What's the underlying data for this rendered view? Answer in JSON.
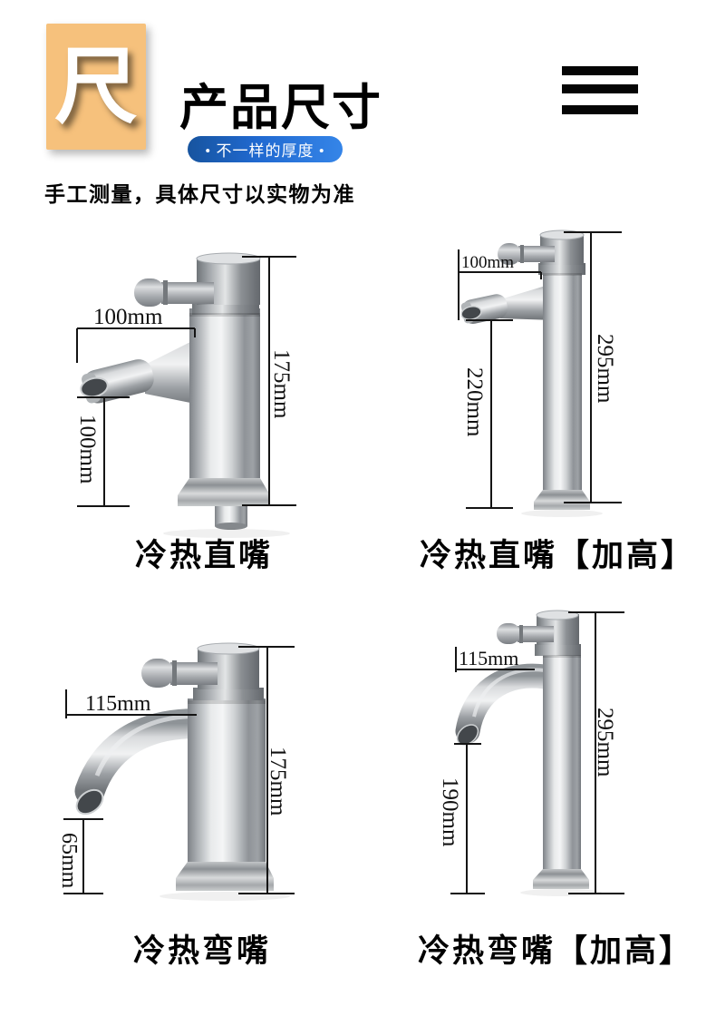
{
  "header": {
    "badge_char": "尺",
    "badge_bg": "#f6c17c",
    "title": "产品尺寸",
    "tagline": "• 不一样的厚度 •",
    "tagline_bg_left": "#17549f",
    "tagline_bg_right": "#3585e8",
    "note": "手工测量，具体尺寸以实物为准",
    "menu_icon": "hamburger-icon"
  },
  "metal_colors": {
    "highlight": "#f4f5f6",
    "mid": "#aaaeb2",
    "shadow": "#73777c",
    "opening": "#43474b"
  },
  "products": [
    {
      "name": "冷热直嘴",
      "spout_length": "100mm",
      "total_height": "175mm",
      "spout_height": "100mm"
    },
    {
      "name": "冷热直嘴【加高】",
      "spout_length": "100mm",
      "total_height": "295mm",
      "spout_height": "220mm"
    },
    {
      "name": "冷热弯嘴",
      "spout_length": "115mm",
      "total_height": "175mm",
      "spout_height": "65mm"
    },
    {
      "name": "冷热弯嘴【加高】",
      "spout_length": "115mm",
      "total_height": "295mm",
      "spout_height": "190mm"
    }
  ]
}
